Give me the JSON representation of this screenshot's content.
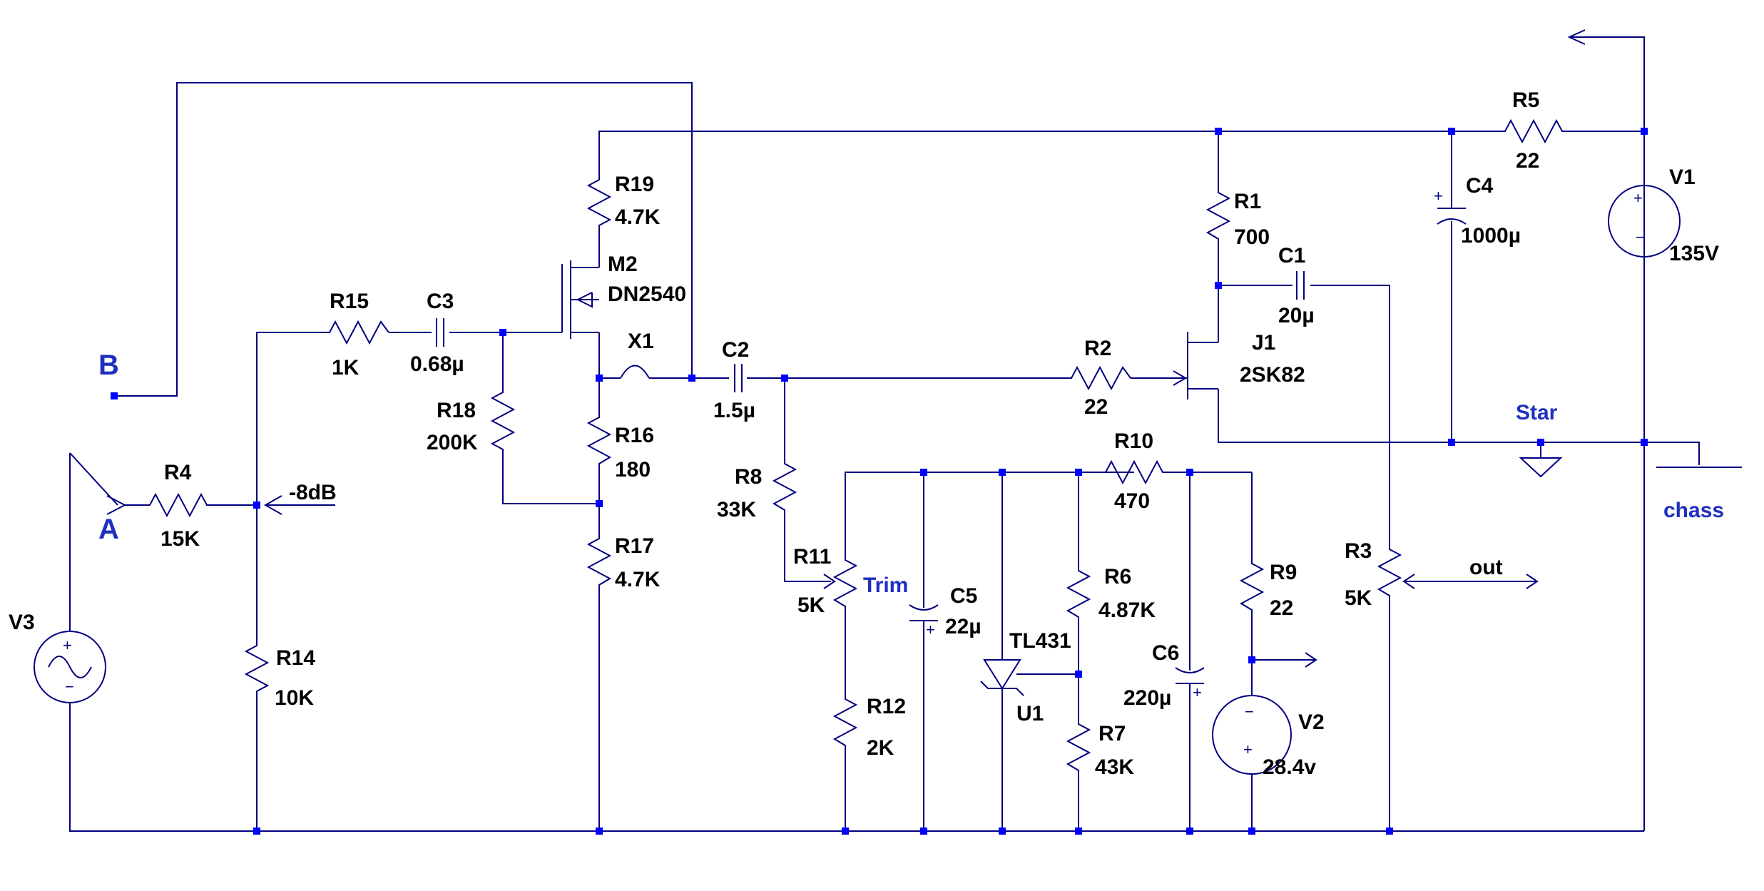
{
  "components": {
    "R19": {
      "ref": "R19",
      "value": "4.7K"
    },
    "M2": {
      "ref": "M2",
      "value": "DN2540"
    },
    "R15": {
      "ref": "R15",
      "value": "1K"
    },
    "C3": {
      "ref": "C3",
      "value": "0.68µ"
    },
    "X1": {
      "ref": "X1"
    },
    "C2": {
      "ref": "C2",
      "value": "1.5µ"
    },
    "R18": {
      "ref": "R18",
      "value": "200K"
    },
    "R16": {
      "ref": "R16",
      "value": "180"
    },
    "R17": {
      "ref": "R17",
      "value": "4.7K"
    },
    "R4": {
      "ref": "R4",
      "value": "15K"
    },
    "R14": {
      "ref": "R14",
      "value": "10K"
    },
    "V3": {
      "ref": "V3"
    },
    "R8": {
      "ref": "R8",
      "value": "33K"
    },
    "R11": {
      "ref": "R11",
      "value": "5K"
    },
    "R12": {
      "ref": "R12",
      "value": "2K"
    },
    "C5": {
      "ref": "C5",
      "value": "22µ"
    },
    "U1": {
      "ref": "U1",
      "value": "TL431"
    },
    "R6": {
      "ref": "R6",
      "value": "4.87K"
    },
    "R7": {
      "ref": "R7",
      "value": "43K"
    },
    "R10": {
      "ref": "R10",
      "value": "470"
    },
    "C6": {
      "ref": "C6",
      "value": "220µ"
    },
    "R9": {
      "ref": "R9",
      "value": "22"
    },
    "V2": {
      "ref": "V2",
      "value": "28.4v"
    },
    "R2": {
      "ref": "R2",
      "value": "22"
    },
    "J1": {
      "ref": "J1",
      "value": "2SK82"
    },
    "R1": {
      "ref": "R1",
      "value": "700"
    },
    "C1": {
      "ref": "C1",
      "value": "20µ"
    },
    "R3": {
      "ref": "R3",
      "value": "5K"
    },
    "C4": {
      "ref": "C4",
      "value": "1000µ"
    },
    "R5": {
      "ref": "R5",
      "value": "22"
    },
    "V1": {
      "ref": "V1",
      "value": "135V"
    }
  },
  "nets": {
    "A": "A",
    "B": "B",
    "minus8dB": "-8dB",
    "trim": "Trim",
    "star": "Star",
    "chass": "chass",
    "out": "out"
  },
  "colors": {
    "wire": "#000080",
    "junction": "#0000ff",
    "net_label": "#1f2fbf",
    "text": "#000000"
  }
}
